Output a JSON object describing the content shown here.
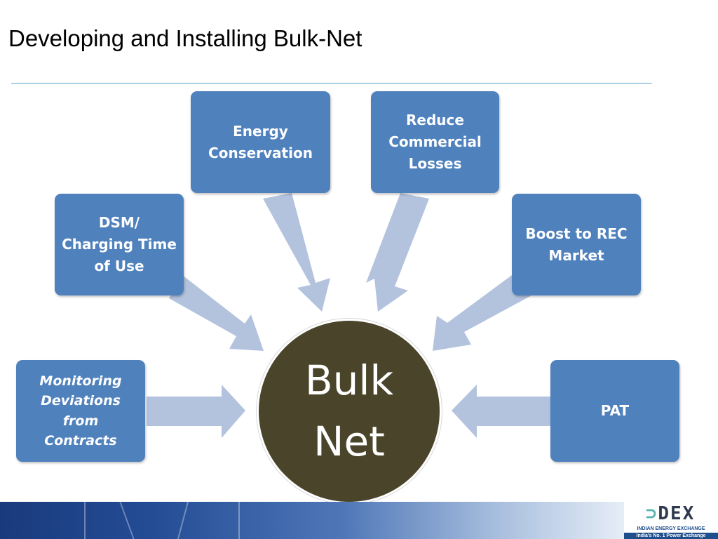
{
  "title": "Developing and Installing Bulk-Net",
  "hub": {
    "label": "Bulk\nNet",
    "fill": "#4a452a"
  },
  "nodes": [
    {
      "id": "energy-conservation",
      "label": "Energy\nConservation",
      "italic": false
    },
    {
      "id": "reduce-commercial-losses",
      "label": "Reduce\nCommercial\nLosses",
      "italic": false
    },
    {
      "id": "dsm-charging-time-of-use",
      "label": "DSM/\nCharging Time\nof Use",
      "italic": false
    },
    {
      "id": "boost-to-rec-market",
      "label": "Boost to REC\nMarket",
      "italic": false
    },
    {
      "id": "monitoring-deviations-from-contracts",
      "label": "Monitoring\nDeviations\nfrom\nContracts",
      "italic": true
    },
    {
      "id": "pat",
      "label": "PAT",
      "italic": false
    }
  ],
  "edges": [
    {
      "from": "energy-conservation",
      "to": "hub"
    },
    {
      "from": "reduce-commercial-losses",
      "to": "hub"
    },
    {
      "from": "dsm-charging-time-of-use",
      "to": "hub"
    },
    {
      "from": "boost-to-rec-market",
      "to": "hub"
    },
    {
      "from": "monitoring-deviations-from-contracts",
      "to": "hub"
    },
    {
      "from": "pat",
      "to": "hub"
    }
  ],
  "colors": {
    "node_fill": "#4f81bd",
    "arrow_fill": "#b3c3de",
    "rule": "#5aa6cc"
  },
  "logo": {
    "mark": "DEX",
    "name": "INDIAN ENERGY EXCHANGE",
    "tagline": "India's No. 1 Power Exchange"
  }
}
